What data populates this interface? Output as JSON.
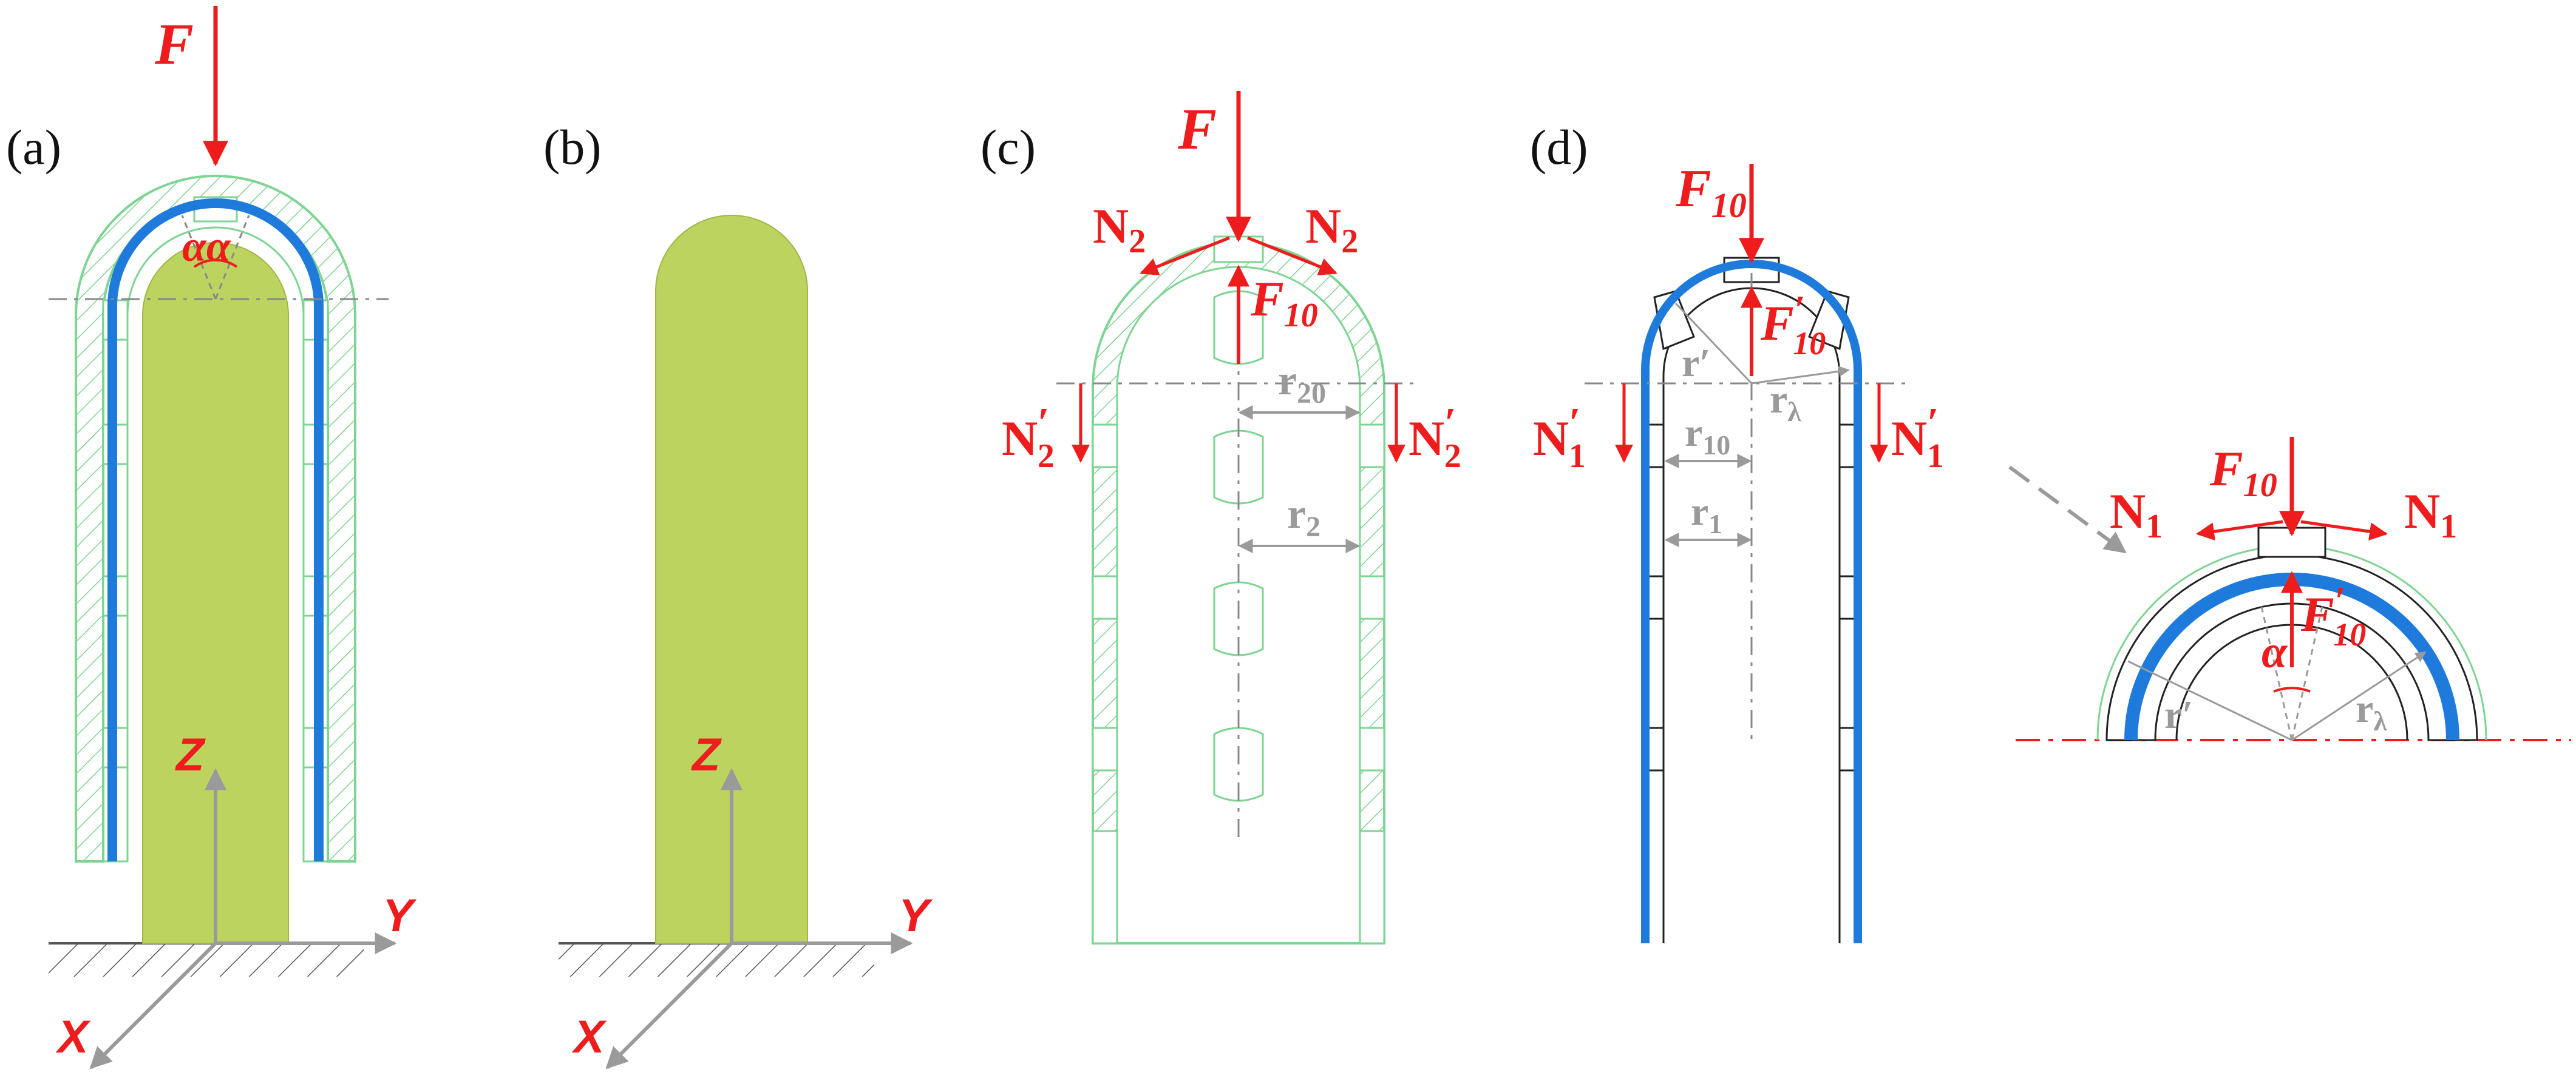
{
  "colors": {
    "red": "#ee1c1c",
    "green_outline": "#7ed492",
    "blue_band": "#1e7bdc",
    "olive_rod": "#bcd35f",
    "gray": "#9a9a9a",
    "black": "#111111"
  },
  "panels": {
    "a": {
      "label": "(a)",
      "force": "F",
      "angle": "αα",
      "axis_z": "Z",
      "axis_y": "Y",
      "axis_x": "X"
    },
    "b": {
      "label": "(b)",
      "axis_z": "Z",
      "axis_y": "Y",
      "axis_x": "X"
    },
    "c": {
      "label": "(c)",
      "force": "F",
      "normal_left": "N",
      "normal_left_sub": "2",
      "normal_right": "N",
      "normal_right_sub": "2",
      "reaction": "F",
      "reaction_sub": "10",
      "side_left": "N",
      "side_left_sub": "2",
      "side_left_prime": "′",
      "side_right": "N",
      "side_right_sub": "2",
      "side_right_prime": "′",
      "dim_r20": "r",
      "dim_r20_sub": "20",
      "dim_r2": "r",
      "dim_r2_sub": "2"
    },
    "d": {
      "label": "(d)",
      "force": "F",
      "force_sub": "10",
      "reaction": "F",
      "reaction_prime": "′",
      "reaction_sub": "10",
      "side_left": "N",
      "side_left_prime": "′",
      "side_left_sub": "1",
      "side_right": "N",
      "side_right_prime": "′",
      "side_right_sub": "1",
      "r_prime": "r′",
      "r_lambda": "r",
      "r_lambda_sub": "λ",
      "dim_r10": "r",
      "dim_r10_sub": "10",
      "dim_r1": "r",
      "dim_r1_sub": "1"
    },
    "detail": {
      "force": "F",
      "force_sub": "10",
      "normal_left": "N",
      "normal_left_sub": "1",
      "normal_right": "N",
      "normal_right_sub": "1",
      "reaction": "F",
      "reaction_prime": "′",
      "reaction_sub": "10",
      "angle": "α",
      "r_prime": "r′",
      "r_lambda": "r",
      "r_lambda_sub": "λ"
    }
  }
}
